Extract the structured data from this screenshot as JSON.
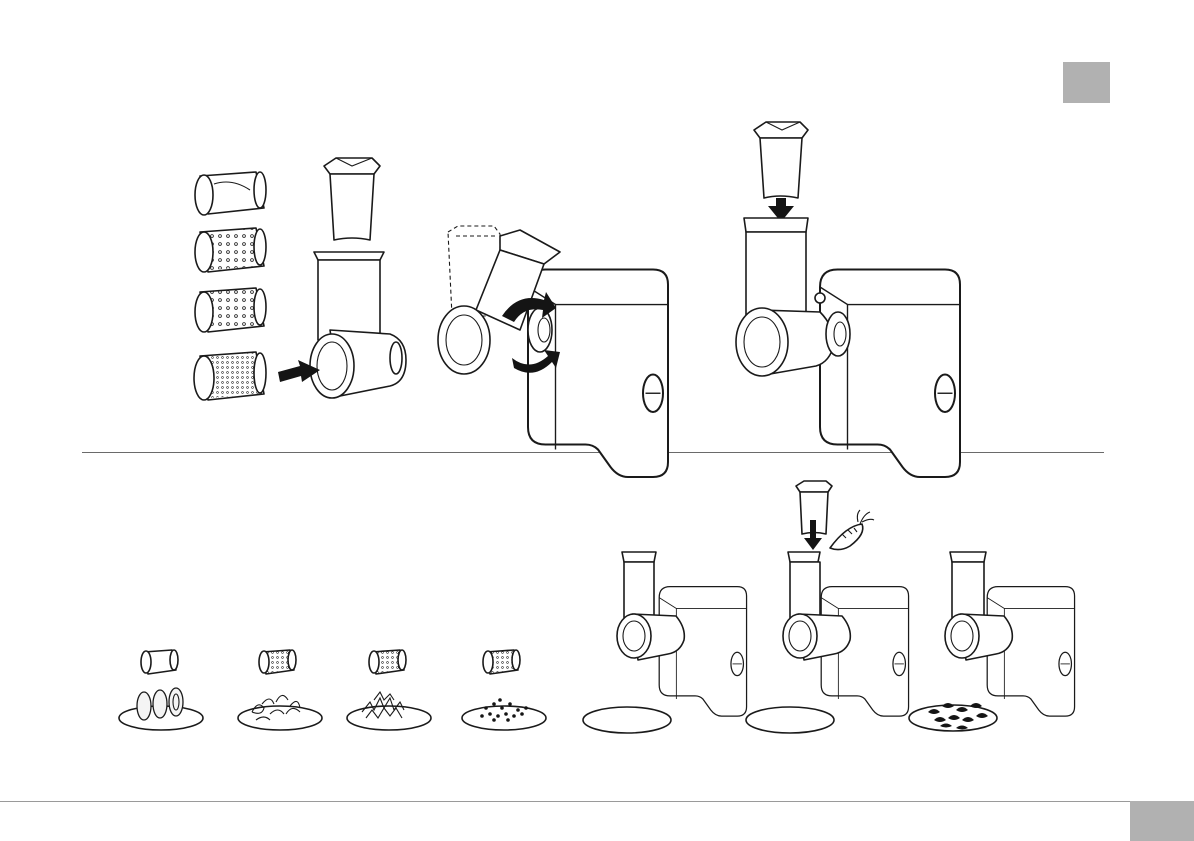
{
  "page": {
    "tab_top_color": "#b1b1b1",
    "tab_bottom_color": "#b1b1b1",
    "line_color": "#1a1a1a"
  },
  "figures": {
    "top_row": [
      "drum-set",
      "drum-assembly",
      "mount-on-motor",
      "insert-pusher"
    ],
    "bottom_row": [
      "slicing-result",
      "coarse-shred-result",
      "fine-shred-result",
      "grating-result",
      "assembled-empty-plate",
      "feed-carrot",
      "grated-carrot-result"
    ]
  }
}
